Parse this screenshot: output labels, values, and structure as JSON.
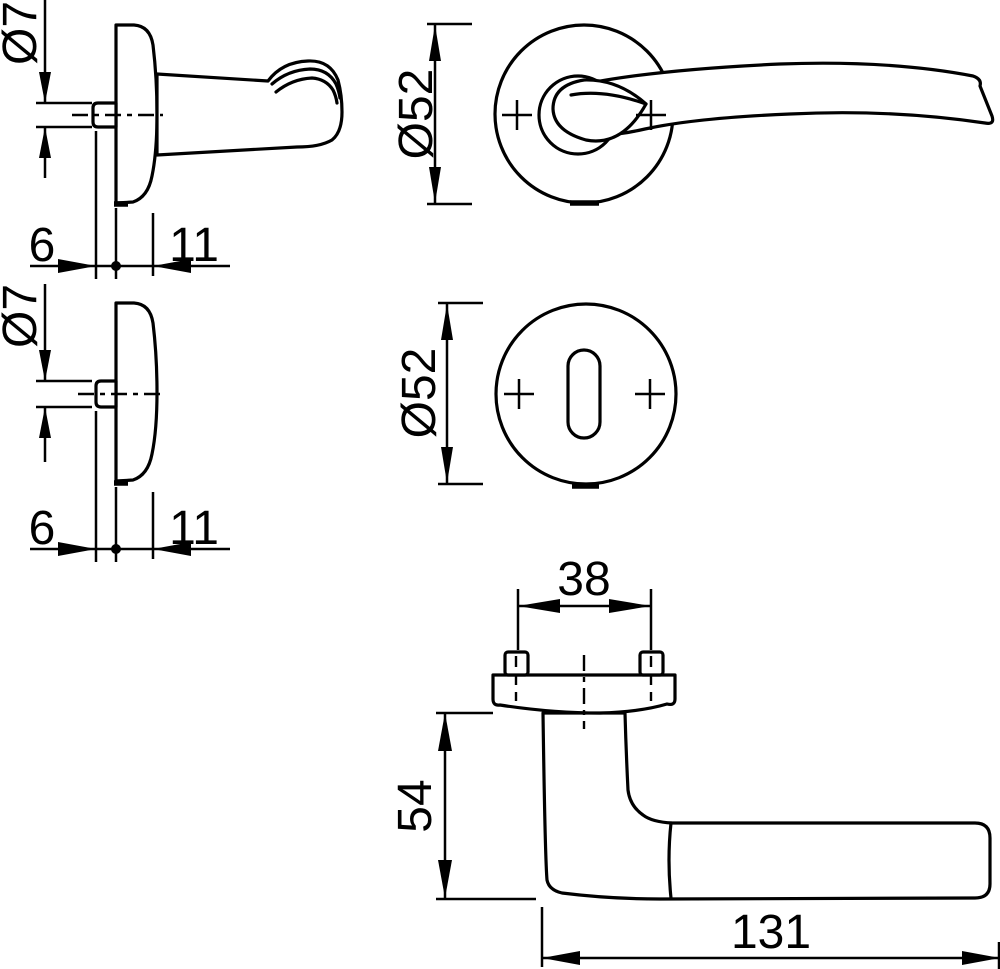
{
  "canvas": {
    "background": "#ffffff",
    "line_color": "#000000"
  },
  "views": {
    "lever_rose_side": {
      "dims": {
        "spindle_dia": "Ø7",
        "base_offset": "6",
        "rose_depth": "11"
      }
    },
    "lever_rose_front": {
      "dims": {
        "rose_dia": "Ø52"
      }
    },
    "key_rose_side": {
      "dims": {
        "hub_dia": "Ø7",
        "base_offset": "6",
        "rose_depth": "11"
      }
    },
    "key_rose_front": {
      "dims": {
        "rose_dia": "Ø52"
      }
    },
    "handle_top": {
      "dims": {
        "screw_spacing": "38",
        "projection": "54",
        "grip_length": "131"
      }
    }
  }
}
